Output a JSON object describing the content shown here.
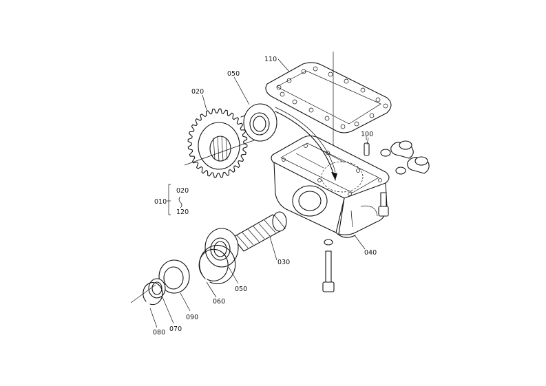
{
  "labels": {
    "p010": "010",
    "p020": "020",
    "p020b": "020",
    "p030": "030",
    "p040": "040",
    "p050a": "050",
    "p050b": "050",
    "p060": "060",
    "p070": "070",
    "p080": "080",
    "p090": "090",
    "p100": "100",
    "p110": "110",
    "p120": "120"
  }
}
